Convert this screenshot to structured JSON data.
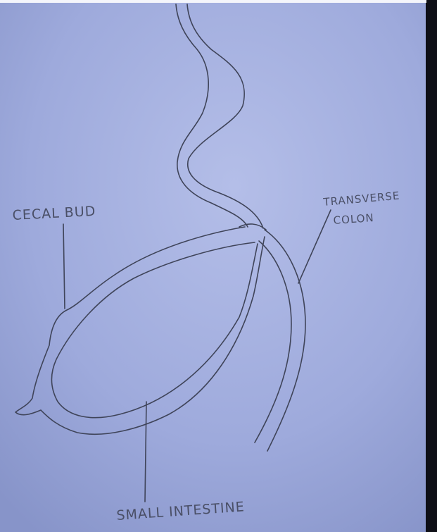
{
  "diagram": {
    "labels": {
      "cecal_bud": "CECAL BUD",
      "transverse_colon_line1": "TRANSVERSE",
      "transverse_colon_line2": "COLON",
      "small_intestine": "SMALL INTESTINE"
    },
    "colors": {
      "paper": "#98a5d8",
      "paper_light": "#b1bbe6",
      "pencil": "#3f4459",
      "border_dark": "#0e0f16"
    }
  }
}
